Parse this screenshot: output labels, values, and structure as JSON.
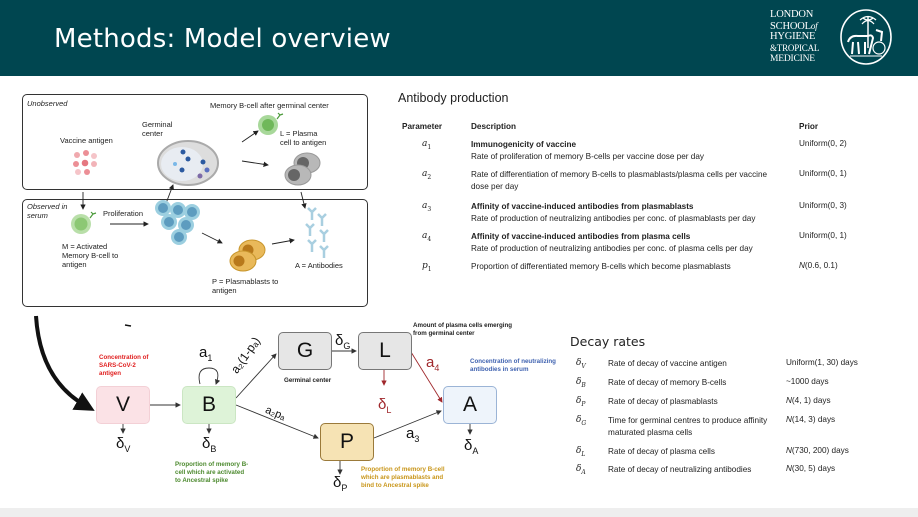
{
  "slide": {
    "title": "Methods: Model overview",
    "logo": {
      "lines": [
        "LONDON",
        "SCHOOL",
        "of",
        "HYGIENE",
        "&TROPICAL",
        "MEDICINE"
      ],
      "seal_icon": "lshtm-seal-icon"
    }
  },
  "figure": {
    "unobserved_label": "Unobserved",
    "observed_label_1": "Observed in",
    "observed_label_2": "serum",
    "vaccine_antigen": "Vaccine antigen",
    "germinal_center_1": "Germinal",
    "germinal_center_2": "center",
    "memory_after_gc": "Memory B-cell after germinal center",
    "plasma_cell_1": "L = Plasma",
    "plasma_cell_2": "cell to antigen",
    "proliferation": "Proliferation",
    "activated_1": "M = Activated",
    "activated_2": "Memory B-cell to",
    "activated_3": "antigen",
    "plasmablasts_1": "P = Plasmablasts to",
    "plasmablasts_2": "antigen",
    "antibodies": "A = Antibodies"
  },
  "antibody_production": {
    "title": "Antibody production",
    "headers": {
      "parameter": "Parameter",
      "description": "Description",
      "prior": "Prior"
    },
    "rows": [
      {
        "sym": "a",
        "sub": "1",
        "bold": "Immunogenicity of vaccine",
        "desc": "Rate of proliferation of memory B-cells per vaccine dose per day",
        "prior": "Uniform(0, 2)"
      },
      {
        "sym": "a",
        "sub": "2",
        "bold": "",
        "desc": "Rate of differentiation of memory B-cells to plasmablasts/plasma cells per vaccine dose per day",
        "prior": "Uniform(0, 1)"
      },
      {
        "sym": "a",
        "sub": "3",
        "bold": "Affinity of vaccine-induced antibodies from plasmablasts",
        "desc": "Rate of production of neutralizing antibodies per conc. of plasmablasts per day",
        "prior": "Uniform(0, 3)"
      },
      {
        "sym": "a",
        "sub": "4",
        "bold": "Affinity of vaccine-induced antibodies from plasma cells",
        "desc": "Rate of production of neutralizing antibodies per conc. of plasma cells per day",
        "prior": "Uniform(0, 1)"
      },
      {
        "sym": "p",
        "sub": "1",
        "bold": "",
        "desc": "Proportion of differentiated memory B-cells which become plasmablasts",
        "prior_n": "N",
        "prior": "(0.6, 0.1)"
      }
    ]
  },
  "decay_rates": {
    "title": "Decay rates",
    "rows": [
      {
        "sym": "δ",
        "sub": "V",
        "desc": "Rate of decay of vaccine antigen",
        "prior_n": "",
        "prior": "Uniform(1, 30) days"
      },
      {
        "sym": "δ",
        "sub": "B",
        "desc": "Rate of decay of memory B-cells",
        "prior_n": "",
        "prior": "~1000 days"
      },
      {
        "sym": "δ",
        "sub": "P",
        "desc": "Rate of decay of plasmablasts",
        "prior_n": "N",
        "prior": "(4, 1) days"
      },
      {
        "sym": "δ",
        "sub": "G",
        "desc": "Time for germinal centres to produce affinity maturated plasma cells",
        "prior_n": "N",
        "prior": "(14, 3) days"
      },
      {
        "sym": "δ",
        "sub": "L",
        "desc": "Rate of decay of plasma cells",
        "prior_n": "N",
        "prior": "(730, 200) days"
      },
      {
        "sym": "δ",
        "sub": "A",
        "desc": "Rate of decay of neutralizing antibodies",
        "prior_n": "N",
        "prior": "(30, 5) days"
      }
    ]
  },
  "compartments": {
    "V": "V",
    "B": "B",
    "G": "G",
    "L": "L",
    "A": "A",
    "P": "P",
    "labels": {
      "a1": "a",
      "a1_sub": "1",
      "a2_1mpa": "a₂(1-pₐ)",
      "a2pa": "a₂pₐ",
      "a3": "a",
      "a3_sub": "3",
      "a4": "a",
      "a4_sub": "4",
      "dG": "δ",
      "dG_sub": "G",
      "dL": "δ",
      "dL_sub": "L",
      "dV": "δ",
      "dV_sub": "V",
      "dB": "δ",
      "dB_sub": "B",
      "dP": "δ",
      "dP_sub": "P",
      "dA": "δ",
      "dA_sub": "A"
    },
    "notes": {
      "V_note_1": "Concentration of",
      "V_note_2": "SARS-CoV-2",
      "V_note_3": "antigen",
      "B_note_1": "Proportion of memory B-",
      "B_note_2": "cell which are activated",
      "B_note_3": "to Ancestral spike",
      "G_note": "Germinal center",
      "L_note_1": "Amount of plasma cells emerging",
      "L_note_2": "from germinal center",
      "A_note_1": "Concentration of neutralizing",
      "A_note_2": "antibodies in serum",
      "P_note_1": "Proportion of memory B-cell",
      "P_note_2": "which are plasmablasts and",
      "P_note_3": "bind to Ancestral spike"
    },
    "colors": {
      "red_note": "#e02020",
      "green_note": "#4d8a2f",
      "gold_note": "#c9961a",
      "blue_note": "#3f62b0",
      "L_arrows": "#a0282c"
    }
  }
}
